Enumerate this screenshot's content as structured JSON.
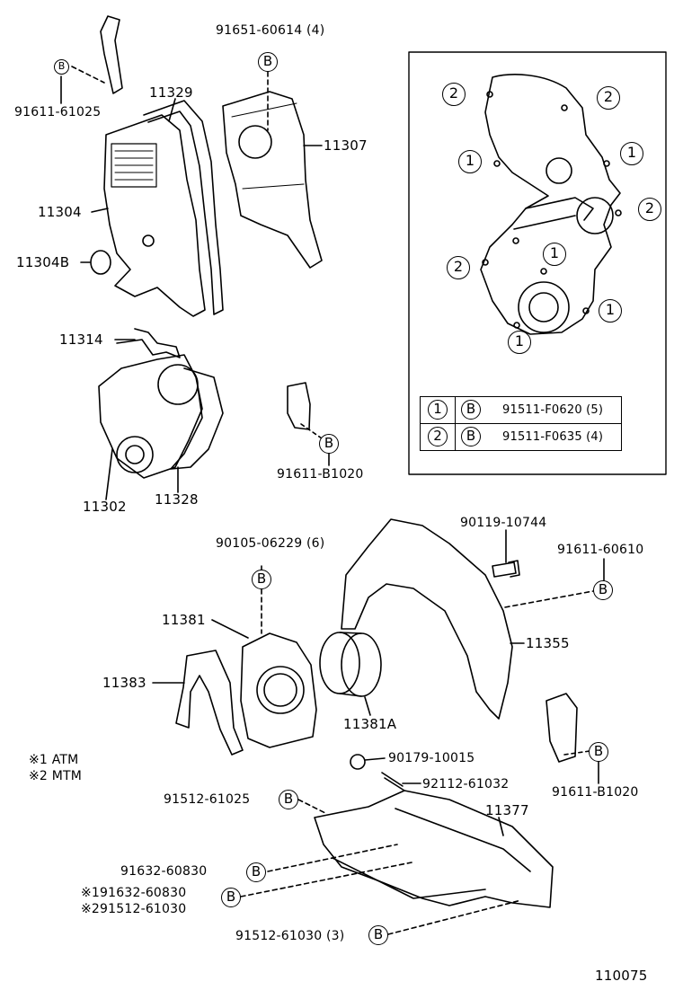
{
  "diagram_id": "110075",
  "notes": {
    "note1": "※1 ATM",
    "note2": "※2 MTM"
  },
  "legend": {
    "rows": [
      {
        "num": "1",
        "mark": "B",
        "part": "91511-F0620 (5)"
      },
      {
        "num": "2",
        "mark": "B",
        "part": "91511-F0635 (4)"
      }
    ]
  },
  "inset_markers": {
    "one": "1",
    "two": "2",
    "bolt": "B"
  },
  "parts": {
    "p91611_61025": "91611-61025",
    "p91651_60614": "91651-60614 (4)",
    "p11329": "11329",
    "p11307": "11307",
    "p11304": "11304",
    "p11304B": "11304B",
    "p11314": "11314",
    "p11302": "11302",
    "p11328": "11328",
    "p91611_B1020_a": "91611-B1020",
    "p90105_06229": "90105-06229 (6)",
    "p90119_10744": "90119-10744",
    "p91611_60610": "91611-60610",
    "p11381": "11381",
    "p11383": "11383",
    "p11355": "11355",
    "p11381A": "11381A",
    "p90179_10015": "90179-10015",
    "p92112_61032": "92112-61032",
    "p91611_B1020_b": "91611-B1020",
    "p91512_61025": "91512-61025",
    "p11377": "11377",
    "p91632_60830": "91632-60830",
    "p191632_60830": "※191632-60830",
    "p291512_61030": "※291512-61030",
    "p91512_61030": "91512-61030 (3)"
  }
}
